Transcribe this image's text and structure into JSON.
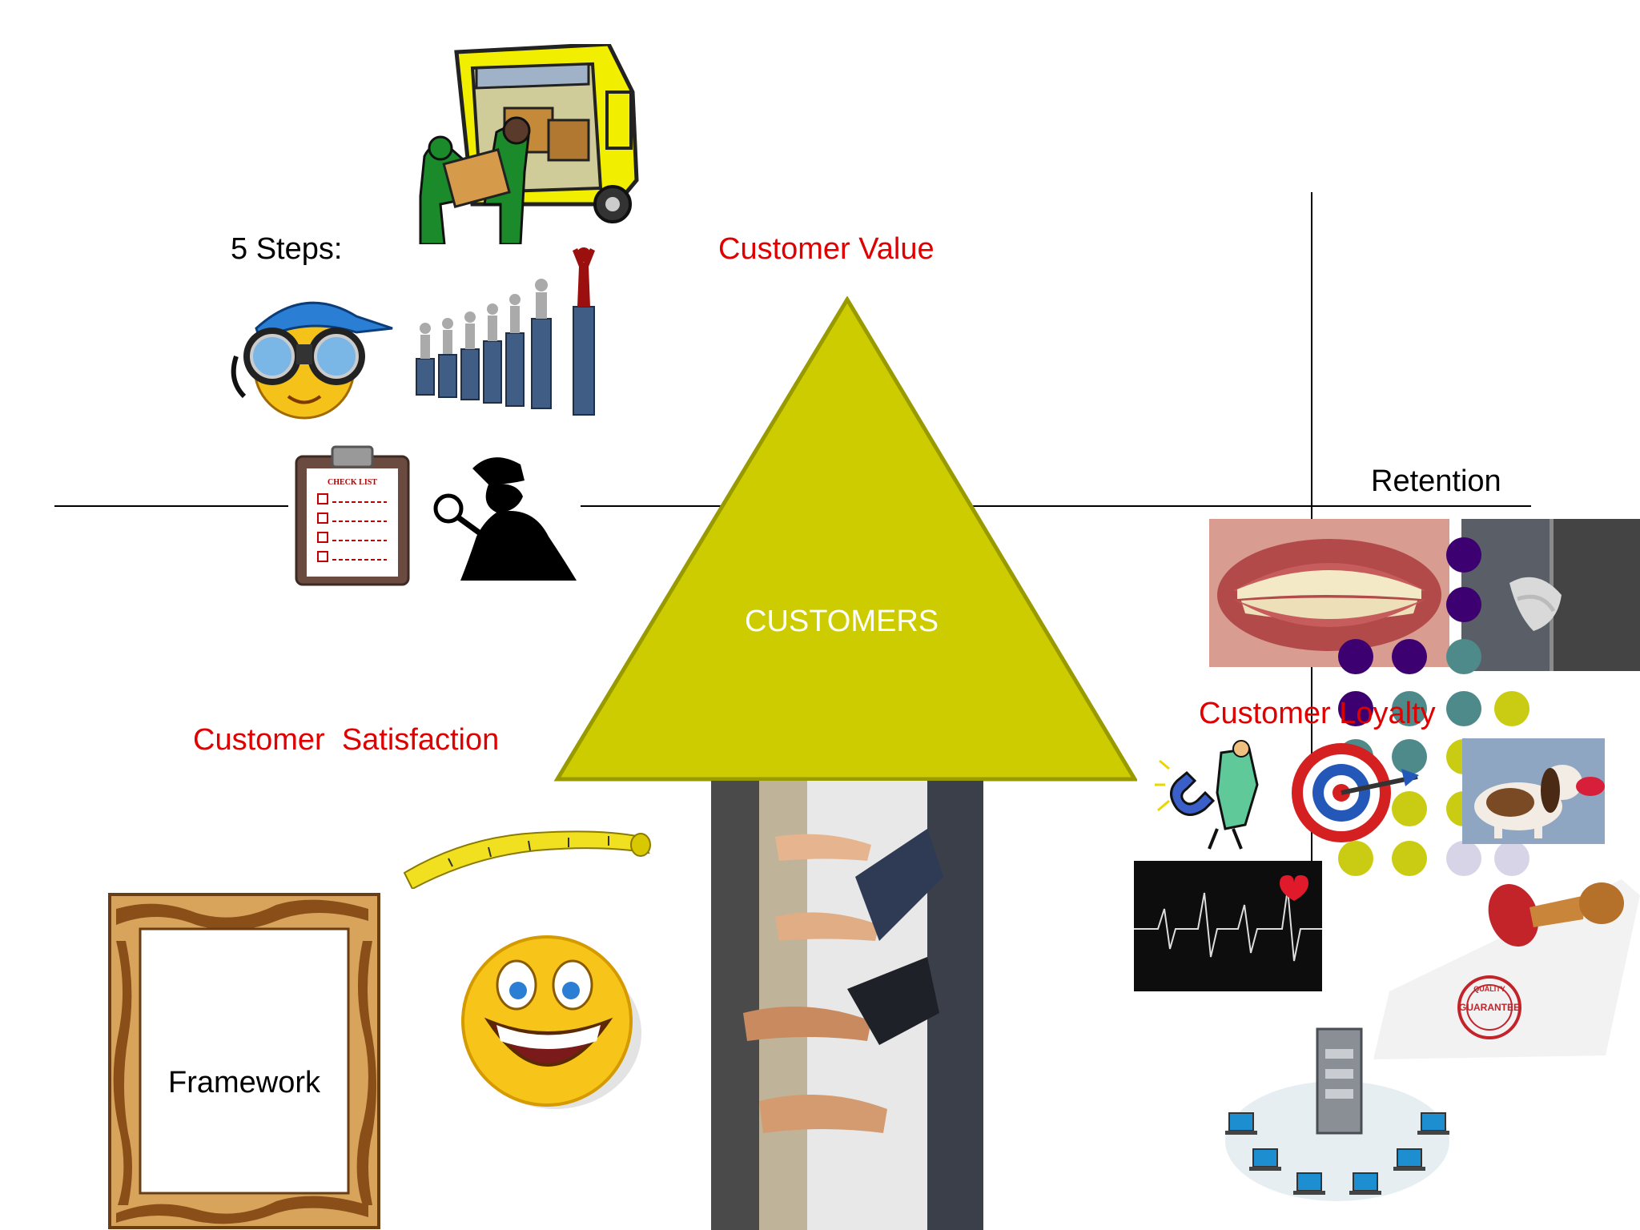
{
  "slide": {
    "steps_label": "5 Steps:",
    "customer_value": "Customer Value",
    "customers": "CUSTOMERS",
    "retention": "Retention",
    "customer_loyalty": "Customer Loyalty",
    "customer_satisfaction": "Customer  Satisfaction",
    "framework": "Framework",
    "checklist_title": "CHECK LIST",
    "guarantee_text": "GUARANTEE",
    "quality_text": "QUALITY"
  },
  "colors": {
    "triangle_fill": "#cccc00",
    "triangle_stroke": "#999900",
    "accent_red": "#e00000",
    "dot_purple": "#3d0070",
    "dot_teal": "#4f8a8b",
    "dot_yellow": "#c9cc12",
    "dot_lavender": "#d8d4e8"
  },
  "images": [
    "delivery-truck-icon",
    "binoculars-smiley-icon",
    "growth-bars-icon",
    "checklist-icon",
    "detective-icon",
    "measuring-tape-icon",
    "picture-frame-icon",
    "grinning-smiley-icon",
    "handshake-photo",
    "smile-teeth-photo",
    "holding-hands-photo",
    "magnet-icon",
    "target-icon",
    "dog-frisbee-photo",
    "heartbeat-monitor-icon",
    "quality-stamp-icon",
    "network-server-icon"
  ]
}
